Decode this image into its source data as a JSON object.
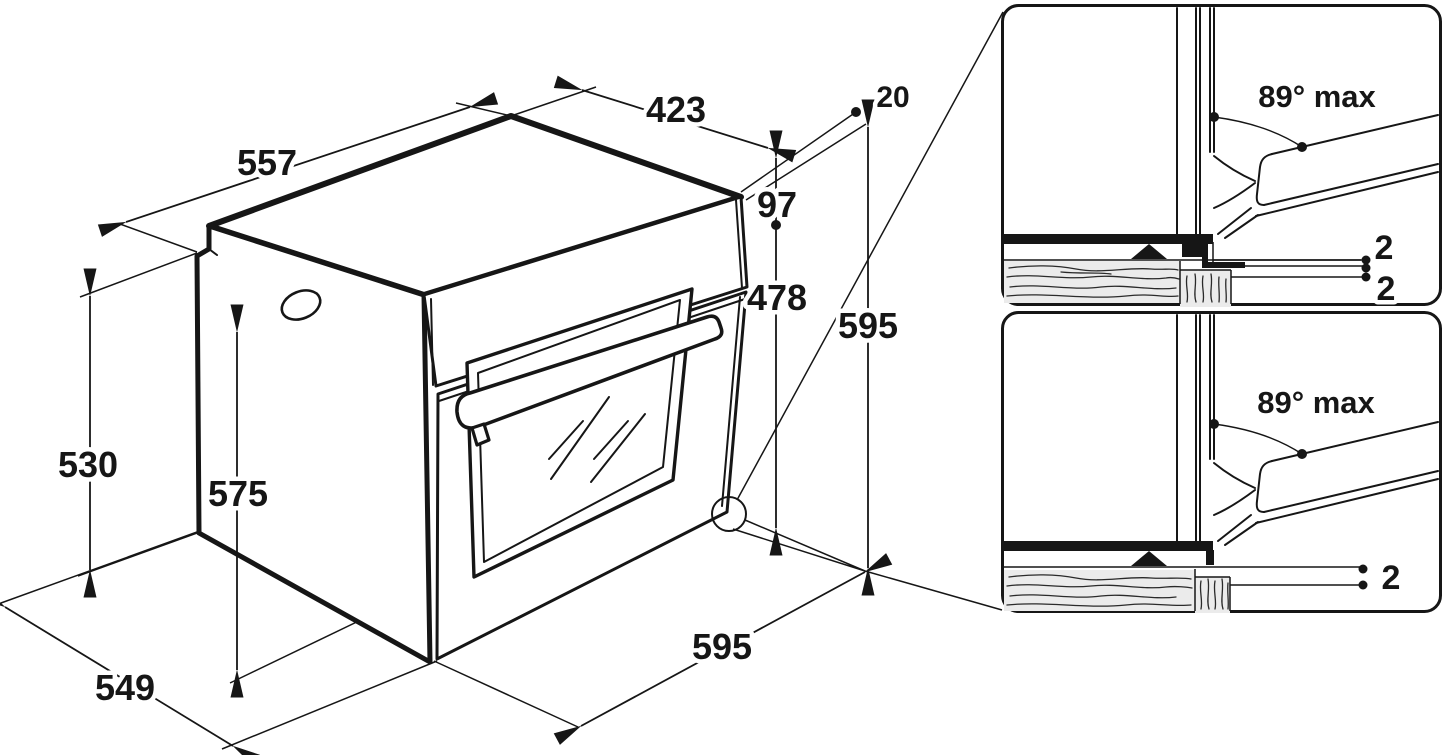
{
  "dimensions": {
    "top_width": "557",
    "top_depth": "423",
    "top_gap": "20",
    "fascia_height": "97",
    "door_height": "478",
    "front_height": "595",
    "rear_left_height": "530",
    "side_height": "575",
    "base_depth": "549",
    "base_width": "595"
  },
  "detail_top": {
    "angle": "89° max",
    "gap_upper": "2",
    "gap_lower": "2"
  },
  "detail_bottom": {
    "angle": "89° max",
    "gap": "2"
  }
}
